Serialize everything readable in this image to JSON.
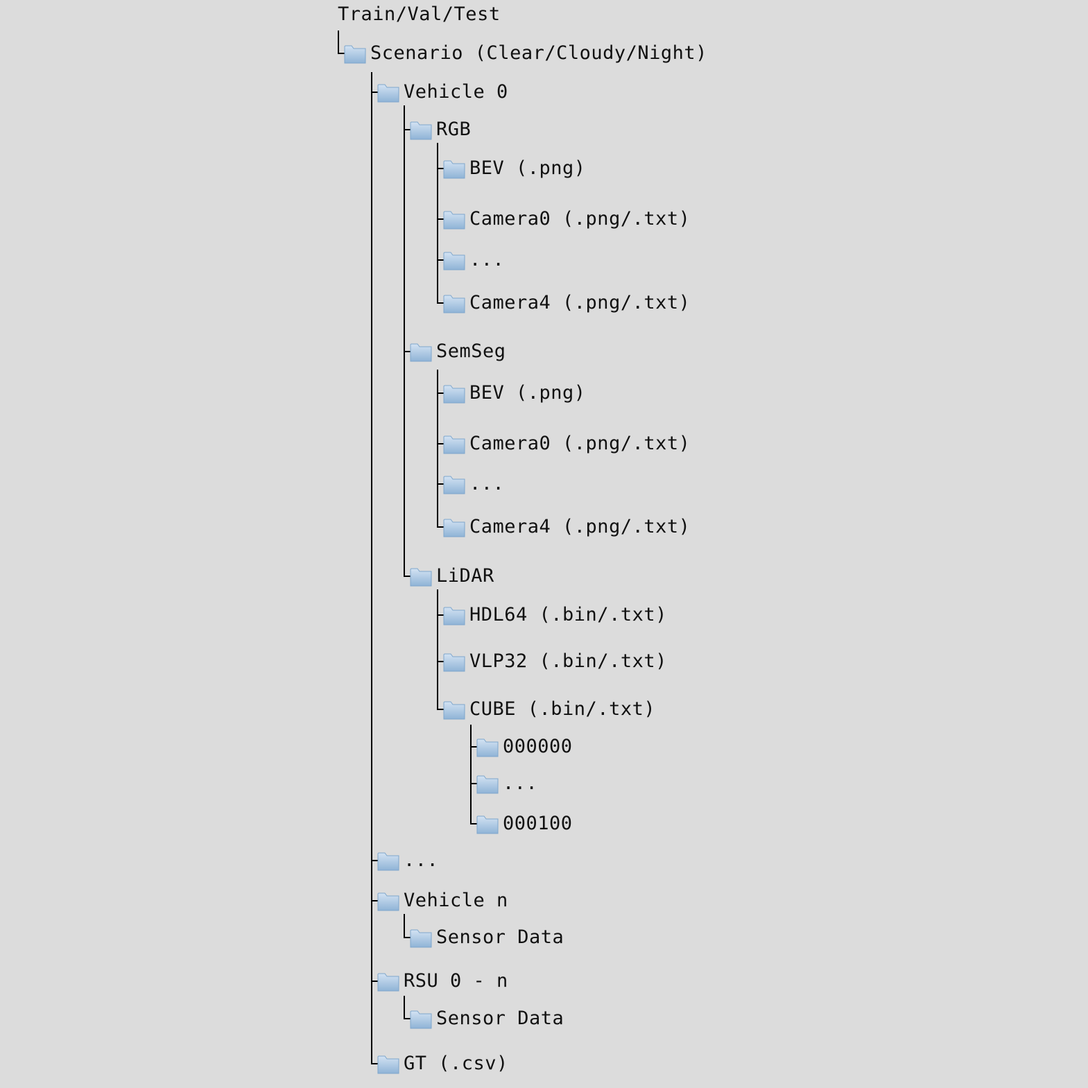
{
  "root": "Train/Val/Test",
  "nodes": {
    "scenario": "Scenario (Clear/Cloudy/Night)",
    "vehicle0": "Vehicle 0",
    "rgb": "RGB",
    "rgb_bev": "BEV (.png)",
    "rgb_cam0": "Camera0 (.png/.txt)",
    "rgb_more": "...",
    "rgb_cam4": "Camera4 (.png/.txt)",
    "semseg": "SemSeg",
    "semseg_bev": "BEV (.png)",
    "semseg_cam0": "Camera0 (.png/.txt)",
    "semseg_more": "...",
    "semseg_cam4": "Camera4 (.png/.txt)",
    "lidar": "LiDAR",
    "hdl64": "HDL64 (.bin/.txt)",
    "vlp32": "VLP32 (.bin/.txt)",
    "cube": "CUBE (.bin/.txt)",
    "cube_000000": "000000",
    "cube_more": "...",
    "cube_000100": "000100",
    "vehicles_more": "...",
    "vehicle_n": "Vehicle n",
    "vehicle_n_sensor": "Sensor Data",
    "rsu": "RSU 0 - n",
    "rsu_sensor": "Sensor Data",
    "gt": "GT (.csv)"
  },
  "colors": {
    "background": "#dcdcdc",
    "folder_light": "#c9dcef",
    "folder_dark": "#7ea6cc",
    "line": "#000000"
  },
  "icon": "folder-icon"
}
